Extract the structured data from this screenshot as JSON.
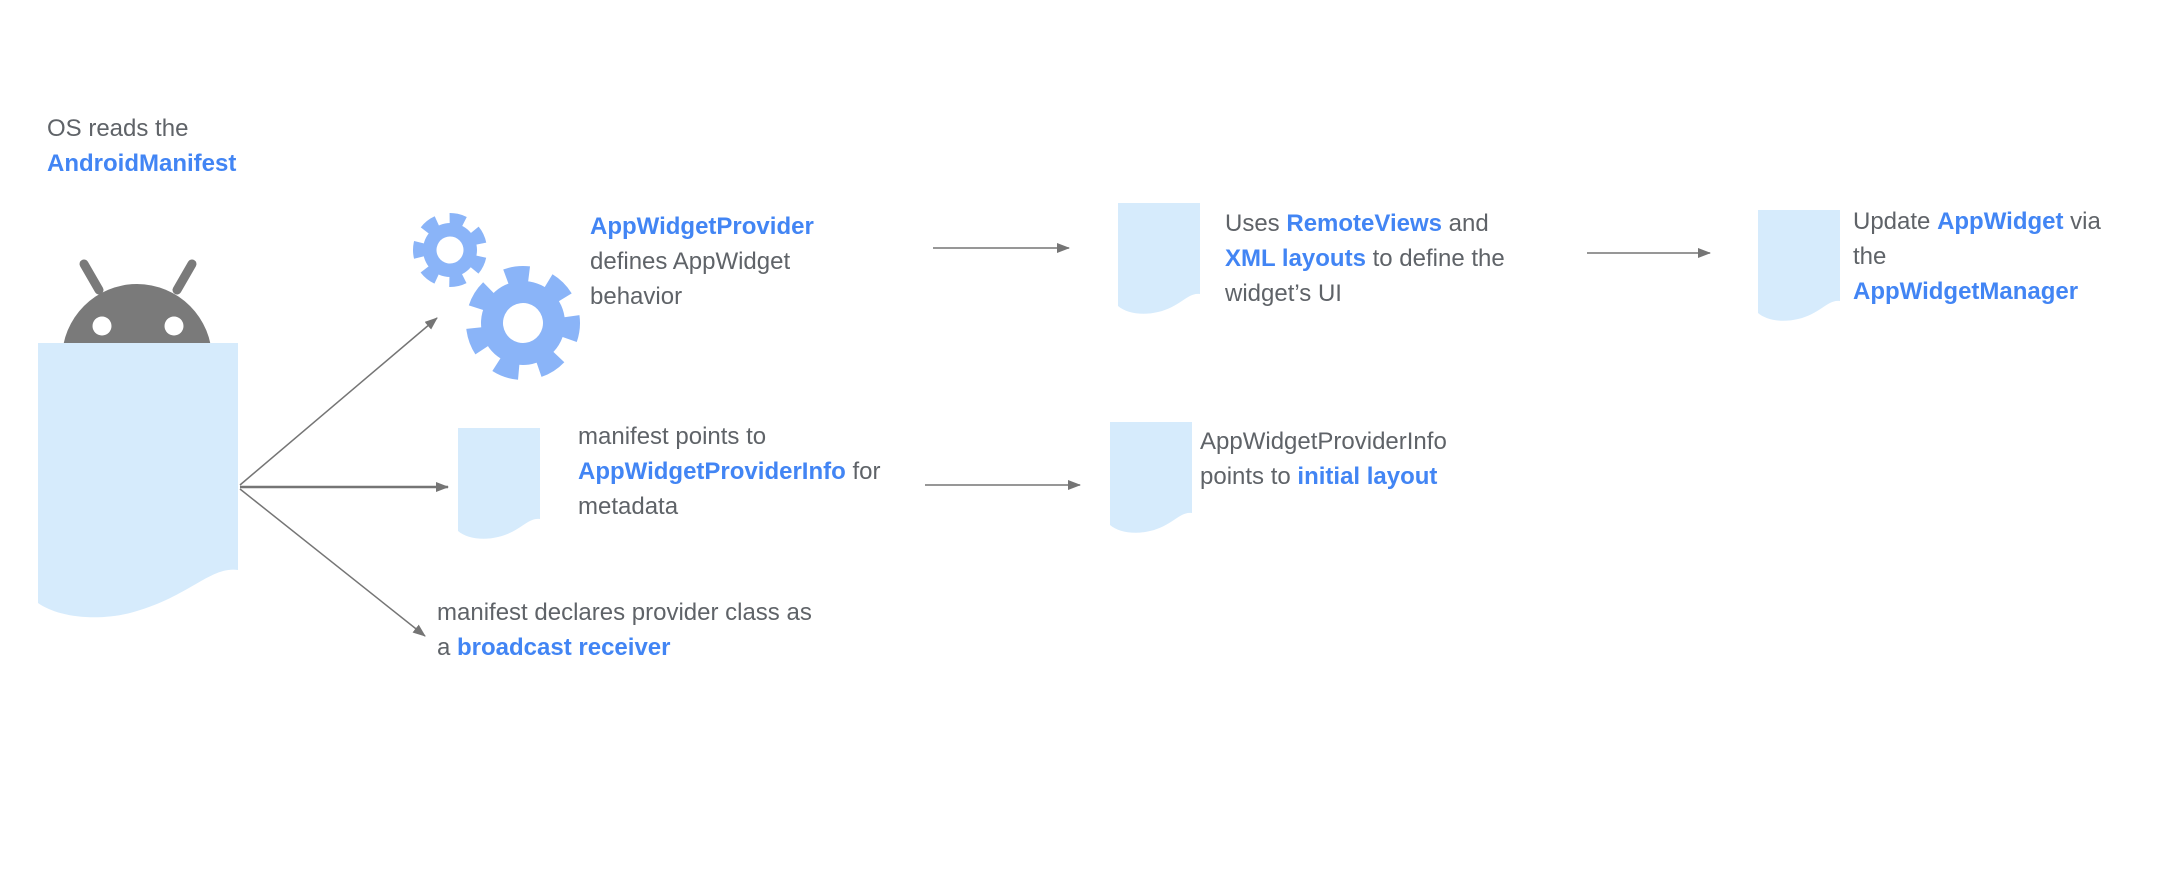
{
  "colors": {
    "accent-blue": "#4285F4",
    "text-gray": "#5F6368",
    "gear-blue": "#8AB4F8",
    "doc-blue": "#D6EBFC",
    "robot-gray": "#7A7A7A",
    "arrow-gray": "#757575"
  },
  "diagram": {
    "intro": {
      "segments": [
        {
          "t": "OS reads the"
        },
        {
          "br": true
        },
        {
          "t": "AndroidManifest",
          "c": "blue"
        }
      ]
    },
    "provider": {
      "segments": [
        {
          "t": "AppWidgetProvider",
          "c": "blue"
        },
        {
          "br": true
        },
        {
          "t": "defines AppWidget"
        },
        {
          "br": true
        },
        {
          "t": "behavior"
        }
      ]
    },
    "remoteviews": {
      "segments": [
        {
          "t": "Uses "
        },
        {
          "t": "RemoteViews",
          "c": "blue"
        },
        {
          "t": " and"
        },
        {
          "br": true
        },
        {
          "t": "XML layouts",
          "c": "blue"
        },
        {
          "t": " to define the"
        },
        {
          "br": true
        },
        {
          "t": "widget’s UI"
        }
      ]
    },
    "update": {
      "segments": [
        {
          "t": "Update "
        },
        {
          "t": "AppWidget",
          "c": "blue"
        },
        {
          "t": " via"
        },
        {
          "br": true
        },
        {
          "t": "the"
        },
        {
          "br": true
        },
        {
          "t": "AppWidgetManager",
          "c": "blue"
        }
      ]
    },
    "providerinfo": {
      "segments": [
        {
          "t": "manifest points to"
        },
        {
          "br": true
        },
        {
          "t": "AppWidgetProviderInfo",
          "c": "blue"
        },
        {
          "t": " for"
        },
        {
          "br": true
        },
        {
          "t": "metadata"
        }
      ]
    },
    "initiallayout": {
      "segments": [
        {
          "t": "AppWidgetProviderInfo"
        },
        {
          "br": true
        },
        {
          "t": "points to "
        },
        {
          "t": "initial layout",
          "c": "blue"
        }
      ]
    },
    "broadcast": {
      "segments": [
        {
          "t": "manifest declares provider class as"
        },
        {
          "br": true
        },
        {
          "t": "a "
        },
        {
          "t": "broadcast receiver",
          "c": "blue"
        }
      ]
    }
  },
  "icons": {
    "android-robot": "android mascot peeking over manifest document",
    "gears": "two interlocking gears",
    "document": "page with wavy torn bottom edge"
  }
}
